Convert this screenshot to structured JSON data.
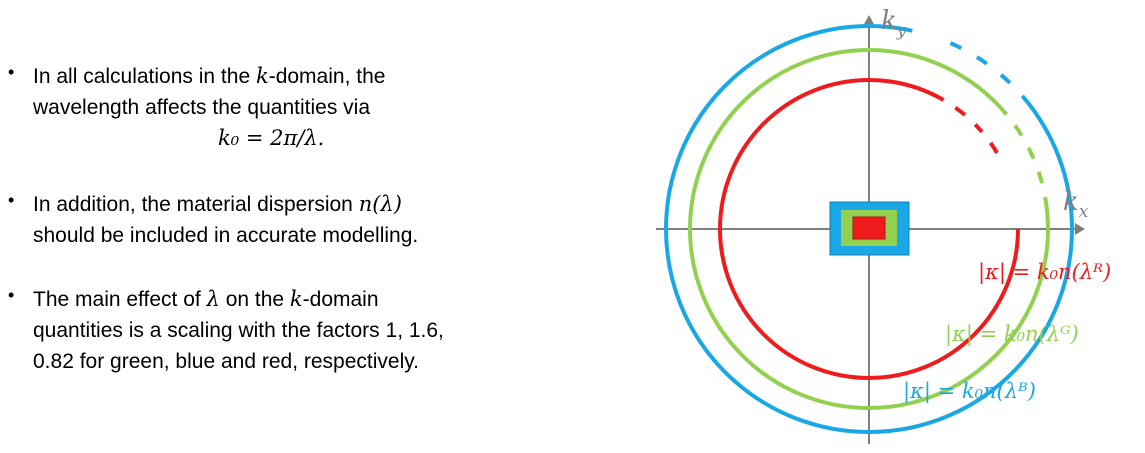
{
  "bullets": [
    {
      "lines": [
        [
          "In all calculations in the ",
          {
            "math": "k"
          },
          "-domain, the"
        ],
        [
          "wavelength affects the quantities via"
        ]
      ],
      "equation": "k₀ = 2π/λ."
    },
    {
      "lines": [
        [
          "In addition, the material dispersion ",
          {
            "math": "n(λ)"
          }
        ],
        [
          "should be included in accurate modelling."
        ]
      ]
    },
    {
      "lines": [
        [
          "The main effect of ",
          {
            "math": "λ"
          },
          " on the ",
          {
            "math": "k"
          },
          "-domain"
        ],
        [
          "quantities is a scaling with the factors 1, 1.6,"
        ],
        [
          "0.82 for green, blue and red, respectively."
        ]
      ]
    }
  ],
  "diagram": {
    "axis_x_label": "kx",
    "axis_y_label": "ky",
    "colors": {
      "red": "#ee1c1c",
      "green": "#92d050",
      "blue": "#1aa7e6",
      "axis": "#7f7f7f"
    },
    "circle_labels": {
      "red": "|κ| = k₀n(λᴿ)",
      "green": "|κ| = k₀n(λᴳ)",
      "blue": "|κ| = k₀n(λᴮ)"
    }
  }
}
